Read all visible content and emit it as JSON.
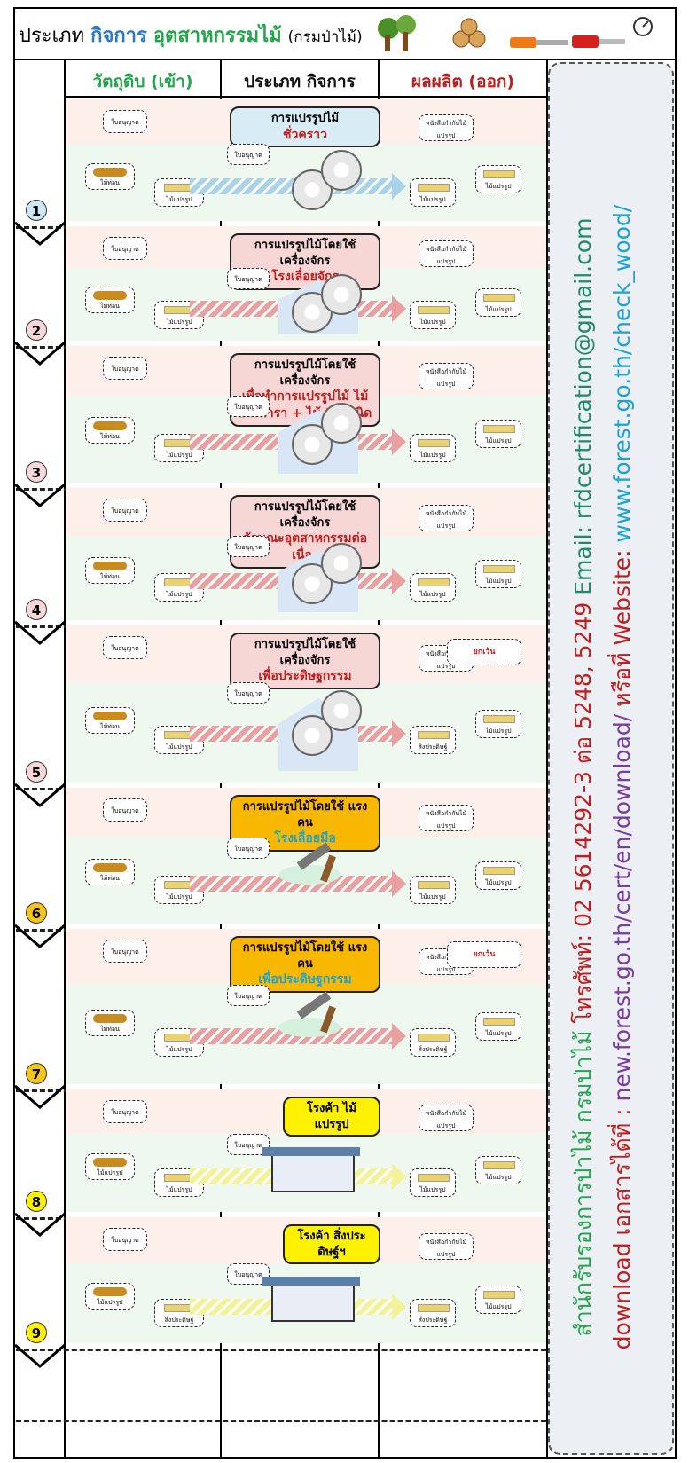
{
  "header": {
    "title_prefix": "ประเภท",
    "title_kind": "กิจการ",
    "title_industry": "อุตสาหกรรมไม้",
    "title_suffix": "(กรมป่าไม้)",
    "icons": [
      "tree-icon",
      "log-stack-icon",
      "chainsaw-icon",
      "saw-icon",
      "gauge-icon"
    ]
  },
  "columns": {
    "input": "วัตถุดิบ (เข้า)",
    "type": "ประเภท กิจการ",
    "output": "ผลผลิต (ออก)"
  },
  "rows": [
    {
      "num": "1",
      "title": "การแปรรูปไม้",
      "highlight": "ชั่วคราว",
      "color": "#d7ecf5",
      "numColor": "#cde8f5"
    },
    {
      "num": "2",
      "title": "การแปรรูปไม้โดยใช้ เครื่องจักร",
      "highlight": "โรงเลื่อยจักร",
      "color": "#f7d6d6",
      "numColor": "#f8d7d9"
    },
    {
      "num": "3",
      "title": "การแปรรูปไม้โดยใช้ เครื่องจักร",
      "highlight": "เพื่อทำการแปรรูปไม้ ไม้ยางพารา + ไม้ 13 ชนิด",
      "color": "#f7d6d6",
      "numColor": "#f8d7d9"
    },
    {
      "num": "4",
      "title": "การแปรรูปไม้โดยใช้ เครื่องจักร",
      "highlight": "ลักษณะอุตสาหกรรมต่อเนื่อง",
      "color": "#f7d6d6",
      "numColor": "#f8d7d9"
    },
    {
      "num": "5",
      "title": "การแปรรูปไม้โดยใช้ เครื่องจักร",
      "highlight": "เพื่อประดิษฐกรรม",
      "color": "#f7d6d6",
      "numColor": "#f8d7d9"
    },
    {
      "num": "6",
      "title": "การแปรรูปไม้โดยใช้ แรงคน",
      "highlight": "โรงเลื่อยมือ",
      "color": "#f9b800",
      "numColor": "#f5c518"
    },
    {
      "num": "7",
      "title": "การแปรรูปไม้โดยใช้ แรงคน",
      "highlight": "เพื่อประดิษฐกรรม",
      "color": "#f9b800",
      "numColor": "#f5c518"
    },
    {
      "num": "8",
      "title": "โรงค้า ไม้แปรรูป",
      "highlight": "",
      "color": "#fff200",
      "numColor": "#fff200"
    },
    {
      "num": "9",
      "title": "โรงค้า สิ่งประดิษฐ์ฯ",
      "highlight": "",
      "color": "#fff200",
      "numColor": "#fff200"
    }
  ],
  "labels": {
    "license": "ใบอนุญาต",
    "log": "ไม้ท่อน",
    "processed": "ไม้แปรรูป",
    "permit_doc": "หนังสือกำกับไม้แปรรูป",
    "product": "สิ่งประดิษฐ์",
    "exception": "ยกเว้น"
  },
  "sidebar": {
    "line1_a": "สำนักรับรองการป่าไม้ กรมป่าไม้",
    "line1_b": "โทรศัพท์: 02 5614292-3 ต่อ 5248, 5249",
    "line1_c": "Email: rfdcertification@gmail.com",
    "line2_a": "download เอกสารได้ที่ :",
    "line2_b": "new.forest.go.th/cert/en/download/",
    "line2_c": "หรือที่ Website:",
    "line2_d": "www.forest.go.th/check_wood/"
  }
}
